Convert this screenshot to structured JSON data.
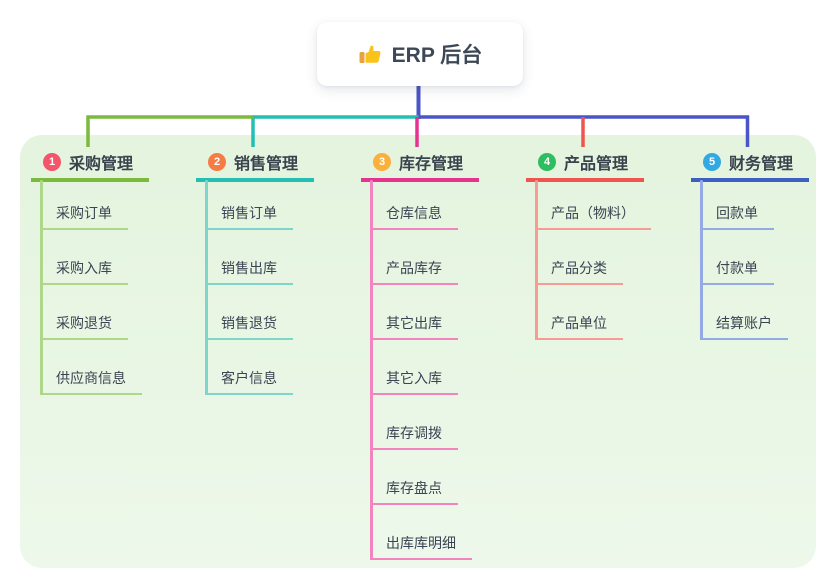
{
  "root": {
    "label": "ERP 后台",
    "icon": "thumbs-up-icon"
  },
  "palette": {
    "panel_background_top": "#e4f4de",
    "panel_background_bottom": "#edf8ea",
    "trunk_line": "#4a55c8",
    "root_text": "#3d4856",
    "node_text": "#3a4453"
  },
  "branches": [
    {
      "num": "1",
      "label": "采购管理",
      "badge_color": "#f4556a",
      "line_color": "#7cba3f",
      "child_line_color": "#afd789",
      "children": [
        "采购订单",
        "采购入库",
        "采购退货",
        "供应商信息"
      ]
    },
    {
      "num": "2",
      "label": "销售管理",
      "badge_color": "#f67c45",
      "line_color": "#24bfb2",
      "child_line_color": "#7fd5cb",
      "children": [
        "销售订单",
        "销售出库",
        "销售退货",
        "客户信息"
      ]
    },
    {
      "num": "3",
      "label": "库存管理",
      "badge_color": "#fbb03c",
      "line_color": "#e73390",
      "child_line_color": "#f285c0",
      "children": [
        "仓库信息",
        "产品库存",
        "其它出库",
        "其它入库",
        "库存调拨",
        "库存盘点",
        "出库库明细"
      ]
    },
    {
      "num": "4",
      "label": "产品管理",
      "badge_color": "#2ebd60",
      "line_color": "#f0544f",
      "child_line_color": "#f79c95",
      "children": [
        "产品（物料）",
        "产品分类",
        "产品单位"
      ]
    },
    {
      "num": "5",
      "label": "财务管理",
      "badge_color": "#32a9e0",
      "line_color": "#3d5fc2",
      "child_line_color": "#93aae3",
      "children": [
        "回款单",
        "付款单",
        "结算账户"
      ]
    }
  ]
}
